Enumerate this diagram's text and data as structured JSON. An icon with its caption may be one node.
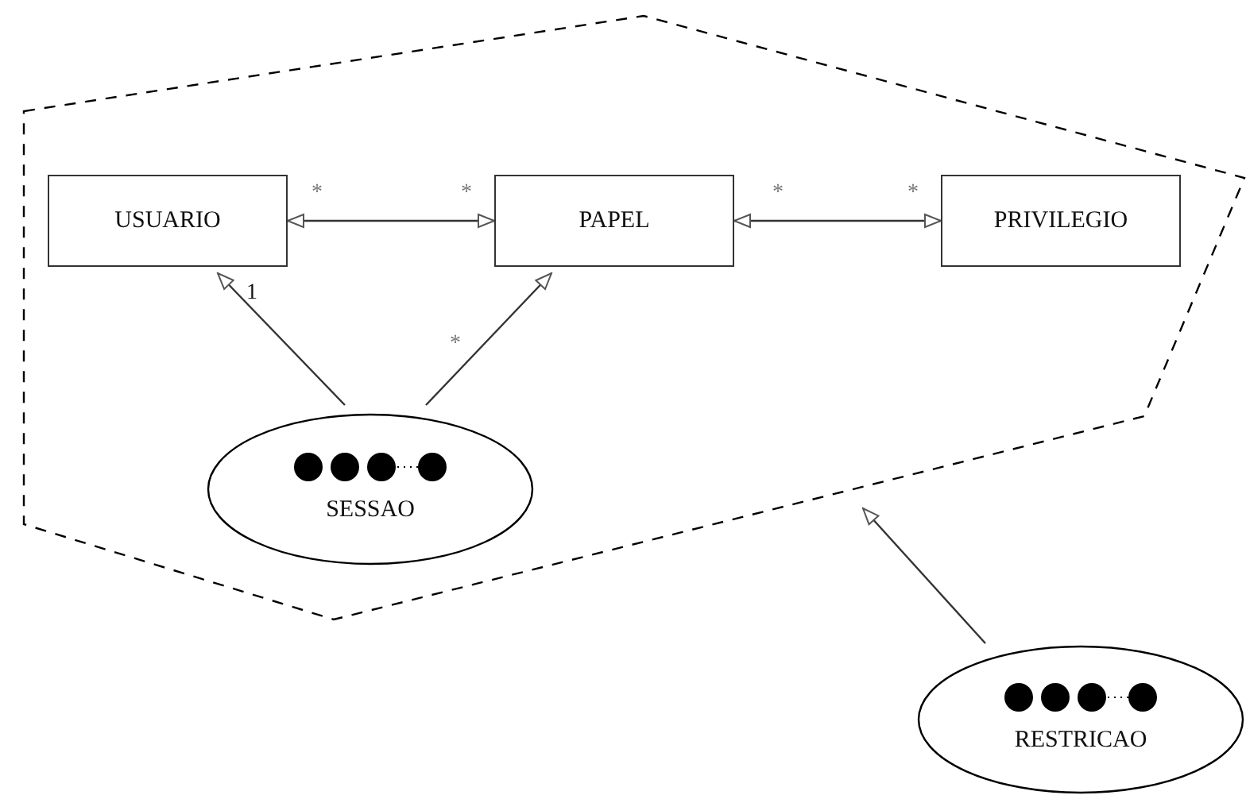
{
  "diagram": {
    "nodes": [
      {
        "text": [],
        "shape": "polygon"
      },
      {
        "text": [
          "USUARIO"
        ],
        "in": 0
      },
      {
        "text": [
          "PAPEL"
        ],
        "in": 0
      },
      {
        "text": [
          "PRIVILEGIO"
        ],
        "in": 0
      },
      {
        "text": [
          "SESSAO"
        ],
        "in": 0
      },
      {
        "text": [
          "RESTRICAO"
        ]
      }
    ],
    "edges": [
      {
        "from": 1,
        "to": 2,
        "arrow": "both"
      },
      {
        "from": 2,
        "to": 3,
        "arrow": "both"
      },
      {
        "from": 4,
        "to": 1,
        "arrow": "to"
      },
      {
        "from": 4,
        "to": 2,
        "arrow": "to"
      },
      {
        "from": 5,
        "to": 0,
        "arrow": "to"
      }
    ],
    "labels": [
      "*",
      "*",
      "*",
      "*",
      "1",
      "*"
    ]
  }
}
